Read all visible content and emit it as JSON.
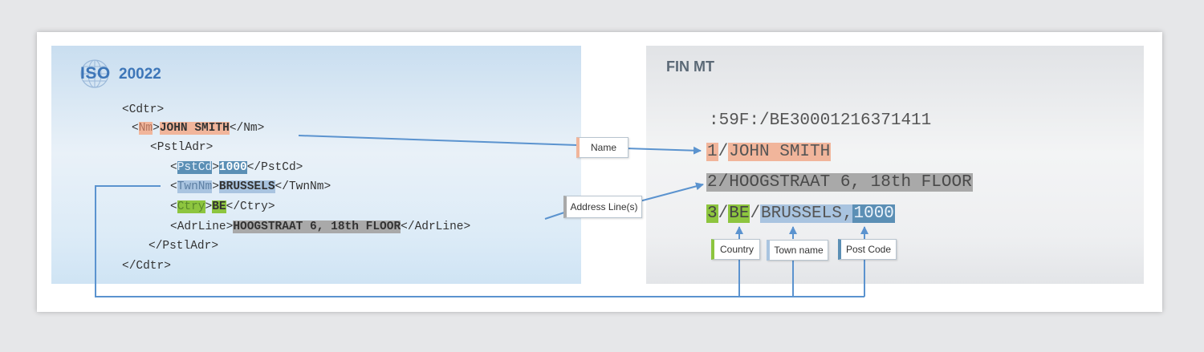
{
  "left_panel": {
    "logo_text": "ISO",
    "title": "20022",
    "xml_lines": {
      "cdtr_open": "<Cdtr>",
      "nm_tag": "Nm",
      "nm_value": "JOHN SMITH",
      "nm_close": "</Nm>",
      "pstladr_open": "<PstlAdr>",
      "pstcd_tag": "PstCd",
      "pstcd_value": "1000",
      "pstcd_close": "</PstCd>",
      "twnnm_tag": "TwnNm",
      "twnnm_value": "BRUSSELS",
      "twnnm_close": "</TwnNm>",
      "ctry_tag": "Ctry",
      "ctry_value": "BE",
      "ctry_close": "</Ctry>",
      "adrline_tag": "AdrLine",
      "adrline_value": "HOOGSTRAAT 6, 18th FLOOR",
      "adrline_close": "</AdrLine>",
      "pstladr_close": "</PstlAdr>",
      "cdtr_close": "</Cdtr>"
    }
  },
  "right_panel": {
    "title": "FIN MT",
    "field_tag": ":59F:/BE30001216371411",
    "line1_num": "1",
    "line1_value": "JOHN SMITH",
    "line2_num": "2",
    "line2_value": "HOOGSTRAAT 6, 18th FLOOR",
    "line3_num": "3",
    "line3_country": "BE",
    "line3_town": "BRUSSELS",
    "line3_postcode": "1000",
    "slash": "/",
    "comma": ","
  },
  "callouts": {
    "name": "Name",
    "address_lines": "Address Line(s)",
    "country": "Country",
    "town_name": "Town name",
    "post_code": "Post Code"
  },
  "colors": {
    "name_highlight": "#f1b59b",
    "address_highlight": "#a9a9a9",
    "country_highlight": "#8dc53f",
    "town_highlight": "#a9c4e0",
    "postcode_highlight": "#5b8fb5",
    "arrow": "#5b93cf"
  }
}
